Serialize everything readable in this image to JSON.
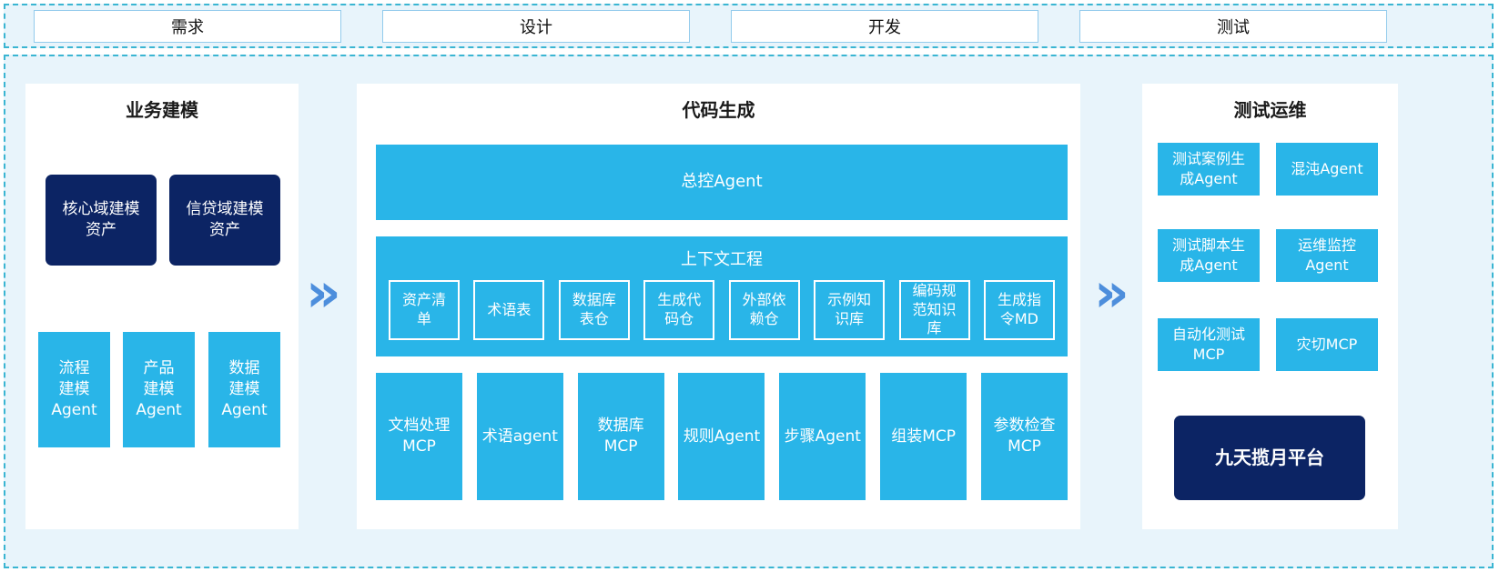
{
  "phases": [
    "需求",
    "设计",
    "开发",
    "测试"
  ],
  "arrow_glyph": "»",
  "colors": {
    "cyan": "#29b5e8",
    "navy": "#0c2464",
    "dashed_border": "#3ab5d2",
    "container_bg": "#e8f4fb",
    "panel_bg": "#ffffff",
    "arrow_blue": "#4d8edc"
  },
  "business_modeling": {
    "title": "业务建模",
    "asset_boxes": [
      "核心域建模\n资产",
      "信贷域建模\n资产"
    ],
    "agent_boxes": [
      "流程\n建模\nAgent",
      "产品\n建模\nAgent",
      "数据\n建模\nAgent"
    ]
  },
  "code_generation": {
    "title": "代码生成",
    "master_agent": "总控Agent",
    "context_engineering": {
      "title": "上下文工程",
      "items": [
        "资产清\n单",
        "术语表",
        "数据库\n表仓",
        "生成代\n码仓",
        "外部依\n赖仓",
        "示例知\n识库",
        "编码规\n范知识\n库",
        "生成指\n令MD"
      ]
    },
    "tool_boxes": [
      "文档处理\nMCP",
      "术语agent",
      "数据库\nMCP",
      "规则Agent",
      "步骤Agent",
      "组装MCP",
      "参数检查\nMCP"
    ]
  },
  "test_ops": {
    "title": "测试运维",
    "boxes": [
      "测试案例生\n成Agent",
      "混沌Agent",
      "测试脚本生\n成Agent",
      "运维监控\nAgent",
      "自动化测试\nMCP",
      "灾切MCP"
    ],
    "platform": "九天揽月平台"
  }
}
